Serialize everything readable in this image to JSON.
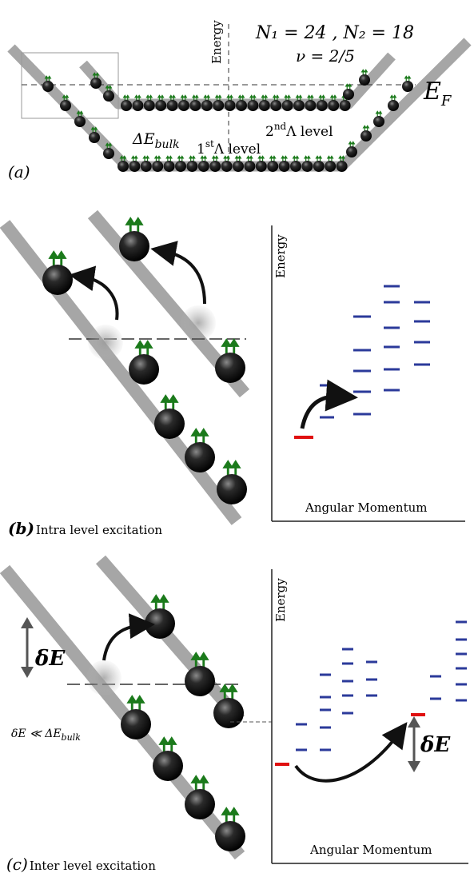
{
  "panel_a": {
    "n_label": "N₁ = 24 ,  N₂ = 18",
    "nu_label": "ν = 2/5",
    "energy_axis": "Energy",
    "ef_label": "E",
    "ef_sub": "F",
    "delta_e_bulk": "ΔE",
    "delta_e_bulk_sub": "bulk",
    "level2_sup": "nd",
    "level2_prefix": "2",
    "level2_suffix": "Λ level",
    "level1_sup": "st",
    "level1_prefix": "1",
    "level1_suffix": "Λ level",
    "panel_label": "(a)",
    "row1_count": 24,
    "row2_count": 18
  },
  "panel_b": {
    "panel_label": "(b)",
    "caption": "Intra level excitation",
    "energy_axis": "Energy",
    "x_axis": "Angular Momentum"
  },
  "panel_c": {
    "panel_label": "(c)",
    "caption": "Inter level excitation",
    "energy_axis": "Energy",
    "x_axis": "Angular Momentum",
    "delta_e": "δE",
    "inequality": "δE ≪ ΔE",
    "inequality_sub": "bulk"
  },
  "colors": {
    "band": "#a6a6a6",
    "electron": "#111111",
    "arrow_spin": "#1b7a1b",
    "level_blue": "#2b3a9a",
    "level_red": "#e01010",
    "axis": "#222222"
  }
}
